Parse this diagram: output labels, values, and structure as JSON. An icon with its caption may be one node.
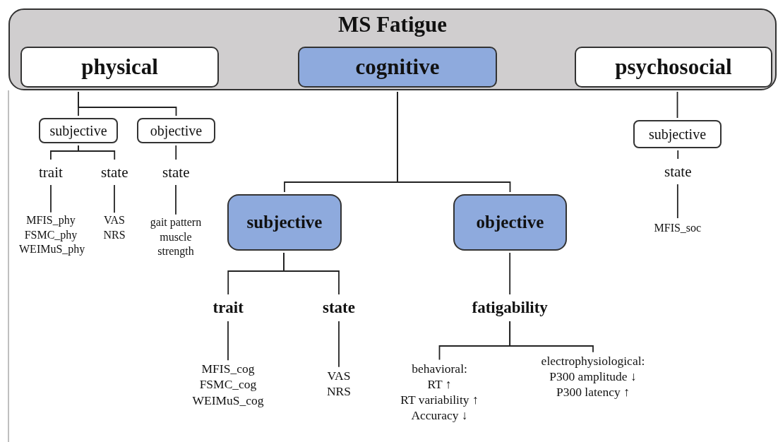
{
  "diagram": {
    "nodes": [
      {
        "text": [
          "MS Fatigue"
        ]
      },
      {
        "text": [
          "physical"
        ],
        "in": 0
      },
      {
        "text": [
          "cognitive"
        ],
        "in": 0
      },
      {
        "text": [
          "psychosocial"
        ],
        "in": 0
      },
      {
        "text": [
          "subjective"
        ]
      },
      {
        "text": [
          "objective"
        ]
      },
      {
        "text": [
          "trait"
        ]
      },
      {
        "text": [
          "state"
        ]
      },
      {
        "text": [
          "state"
        ]
      },
      {
        "text": [
          "MFIS_phy",
          "FSMC_phy",
          "WEIMuS_phy"
        ]
      },
      {
        "text": [
          "VAS",
          "NRS"
        ]
      },
      {
        "text": [
          "gait pattern",
          "muscle strength"
        ]
      },
      {
        "text": [
          "subjective"
        ]
      },
      {
        "text": [
          "objective"
        ]
      },
      {
        "text": [
          "trait"
        ]
      },
      {
        "text": [
          "state"
        ]
      },
      {
        "text": [
          "fatigability"
        ]
      },
      {
        "text": [
          "MFIS_cog",
          "FSMC_cog",
          "WEIMuS_cog"
        ]
      },
      {
        "text": [
          "VAS",
          "NRS"
        ]
      },
      {
        "text": [
          "behavioral:",
          "RT ↑",
          "RT variability ↑",
          "Accuracy ↓"
        ]
      },
      {
        "text": [
          "electrophysiological:",
          "P300 amplitude ↓",
          "P300 latency ↑"
        ]
      },
      {
        "text": [
          "subjective"
        ]
      },
      {
        "text": [
          "state"
        ]
      },
      {
        "text": [
          "MFIS_soc"
        ]
      }
    ],
    "edges": [
      {
        "from": 1,
        "to": 4,
        "arrow": "none"
      },
      {
        "from": 1,
        "to": 5,
        "arrow": "none"
      },
      {
        "from": 4,
        "to": 6,
        "arrow": "none"
      },
      {
        "from": 4,
        "to": 7,
        "arrow": "none"
      },
      {
        "from": 5,
        "to": 8,
        "arrow": "none"
      },
      {
        "from": 6,
        "to": 9,
        "arrow": "none"
      },
      {
        "from": 7,
        "to": 10,
        "arrow": "none"
      },
      {
        "from": 8,
        "to": 11,
        "arrow": "none"
      },
      {
        "from": 2,
        "to": 12,
        "arrow": "none"
      },
      {
        "from": 2,
        "to": 13,
        "arrow": "none"
      },
      {
        "from": 12,
        "to": 14,
        "arrow": "none"
      },
      {
        "from": 12,
        "to": 15,
        "arrow": "none"
      },
      {
        "from": 13,
        "to": 16,
        "arrow": "none"
      },
      {
        "from": 14,
        "to": 17,
        "arrow": "none"
      },
      {
        "from": 15,
        "to": 18,
        "arrow": "none"
      },
      {
        "from": 16,
        "to": 19,
        "arrow": "none"
      },
      {
        "from": 16,
        "to": 20,
        "arrow": "none"
      },
      {
        "from": 3,
        "to": 21,
        "arrow": "none"
      },
      {
        "from": 21,
        "to": 22,
        "arrow": "none"
      },
      {
        "from": 22,
        "to": 23,
        "arrow": "none"
      }
    ]
  }
}
